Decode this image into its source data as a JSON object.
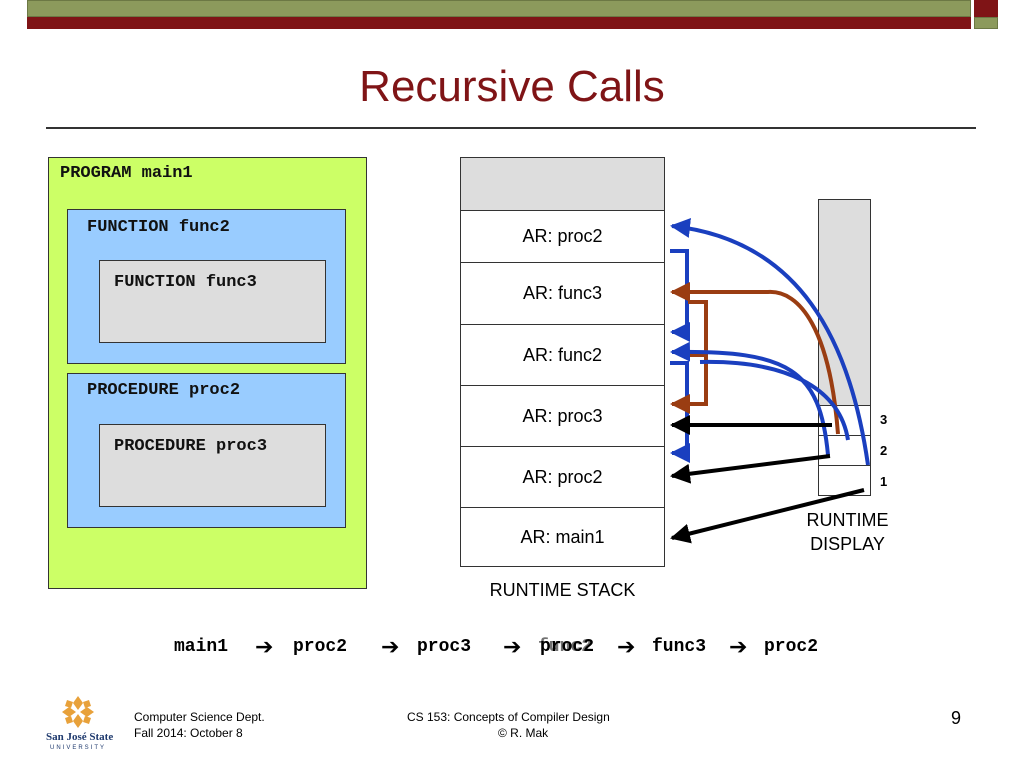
{
  "slide": {
    "title": "Recursive Calls",
    "page_number": "9"
  },
  "program": {
    "main": "PROGRAM main1",
    "func2": "FUNCTION func2",
    "func3": "FUNCTION func3",
    "proc2": "PROCEDURE proc2",
    "proc3": "PROCEDURE proc3"
  },
  "stack": {
    "frames": [
      "",
      "AR: proc2",
      "AR: func3",
      "AR: func2",
      "AR: proc3",
      "AR: proc2",
      "AR: main1"
    ],
    "label": "RUNTIME STACK"
  },
  "display": {
    "levels": [
      "3",
      "2",
      "1"
    ],
    "label_line1": "RUNTIME",
    "label_line2": "DISPLAY"
  },
  "sequence": {
    "items": [
      "main1",
      "proc2",
      "proc3",
      "proc2",
      "func2",
      "func3",
      "proc2"
    ]
  },
  "footer": {
    "dept": "Computer Science Dept.",
    "term": "Fall 2014: October 8",
    "course": "CS 153: Concepts of Compiler Design",
    "author": "© R. Mak",
    "logo_line1": "San José State",
    "logo_line2": "UNIVERSITY"
  },
  "colors": {
    "title": "#7f1416",
    "program_box": "#ccff66",
    "routine_box": "#99ccff",
    "nested_box": "#dddddd",
    "blue_arrow": "#1a3fbf",
    "brown_arrow": "#9a3d12",
    "black_arrow": "#000000"
  }
}
